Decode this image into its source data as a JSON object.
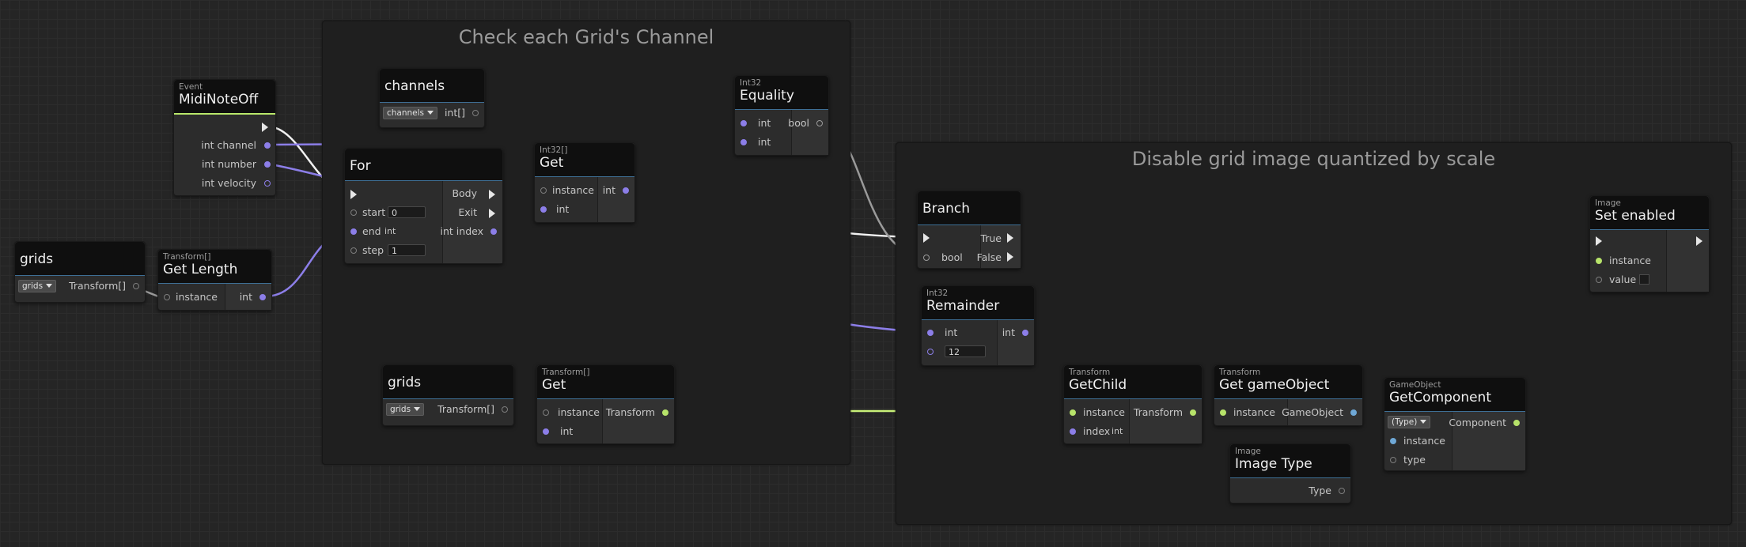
{
  "groups": {
    "check": {
      "title": "Check each Grid's Channel"
    },
    "disable": {
      "title": "Disable grid image quantized by scale"
    }
  },
  "nodes": {
    "midi": {
      "sub": "Event",
      "title": "MidiNoteOff",
      "out1": "int channel",
      "out2": "int number",
      "out3": "int velocity"
    },
    "gridsVar": {
      "title": "grids",
      "dropdown": "grids",
      "out": "Transform[]"
    },
    "getLength": {
      "sub": "Transform[]",
      "title": "Get Length",
      "in": "instance",
      "out": "int"
    },
    "forLoop": {
      "title": "For",
      "in_start": "start",
      "start_val": "0",
      "in_end": "end",
      "end_hint": "int",
      "in_step": "step",
      "step_val": "1",
      "out_body": "Body",
      "out_exit": "Exit",
      "out_index": "int index"
    },
    "channels": {
      "title": "channels",
      "dropdown": "channels",
      "out": "int[]"
    },
    "getInt": {
      "sub": "Int32[]",
      "title": "Get",
      "in1": "instance",
      "in2": "int",
      "out": "int"
    },
    "equality": {
      "sub": "Int32",
      "title": "Equality",
      "in1": "int",
      "in2": "int",
      "out": "bool"
    },
    "grids2": {
      "title": "grids",
      "dropdown": "grids",
      "out": "Transform[]"
    },
    "getTransform": {
      "sub": "Transform[]",
      "title": "Get",
      "in1": "instance",
      "in2": "int",
      "out": "Transform"
    },
    "branch": {
      "title": "Branch",
      "in": "bool",
      "out_true": "True",
      "out_false": "False"
    },
    "remainder": {
      "sub": "Int32",
      "title": "Remainder",
      "in1": "int",
      "in2_val": "12",
      "out": "int"
    },
    "getChild": {
      "sub": "Transform",
      "title": "GetChild",
      "in1": "instance",
      "in2": "index",
      "in2_hint": "int",
      "out": "Transform"
    },
    "getGO": {
      "sub": "Transform",
      "title": "Get gameObject",
      "in": "instance",
      "out": "GameObject"
    },
    "getComponent": {
      "sub": "GameObject",
      "title": "GetComponent",
      "dropdown": "(Type)",
      "in1": "instance",
      "in2": "type",
      "out": "Component"
    },
    "imageType": {
      "sub": "Image",
      "title": "Image Type",
      "out": "Type"
    },
    "setEnabled": {
      "sub": "Image",
      "title": "Set enabled",
      "in1": "instance",
      "in2": "value"
    }
  },
  "colors": {
    "background": "#252525",
    "exec_wire": "#ffffff",
    "int_wire": "#8c7ee8",
    "bool_wire": "#9a9a9a",
    "object_wire": "#c8f078",
    "gameobject_wire": "#78b4e0",
    "header_accent": "#3e6f95",
    "event_accent": "#b9e86a"
  }
}
